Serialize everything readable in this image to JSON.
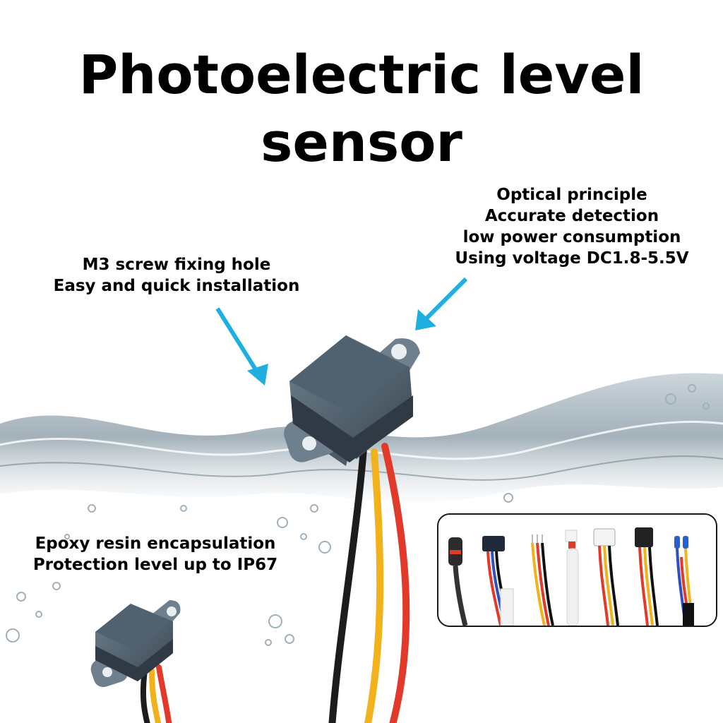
{
  "title": {
    "line1": "Photoelectric level",
    "line2": "sensor"
  },
  "callouts": {
    "optical": [
      "Optical principle",
      "Accurate detection",
      "low power consumption",
      "Using voltage DC1.8-5.5V"
    ],
    "mounting": [
      "M3 screw fixing hole",
      "Easy and quick installation"
    ],
    "encapsulation": [
      "Epoxy resin encapsulation",
      "Protection level up to IP67"
    ]
  },
  "colors": {
    "arrow": "#1eaee0",
    "sensor_body": "#5a6b78",
    "sensor_dark": "#2f3a44",
    "wire_black": "#1c1c1c",
    "wire_yellow": "#f2b21c",
    "wire_red": "#e23a2a",
    "water": "#a9b9c4"
  }
}
